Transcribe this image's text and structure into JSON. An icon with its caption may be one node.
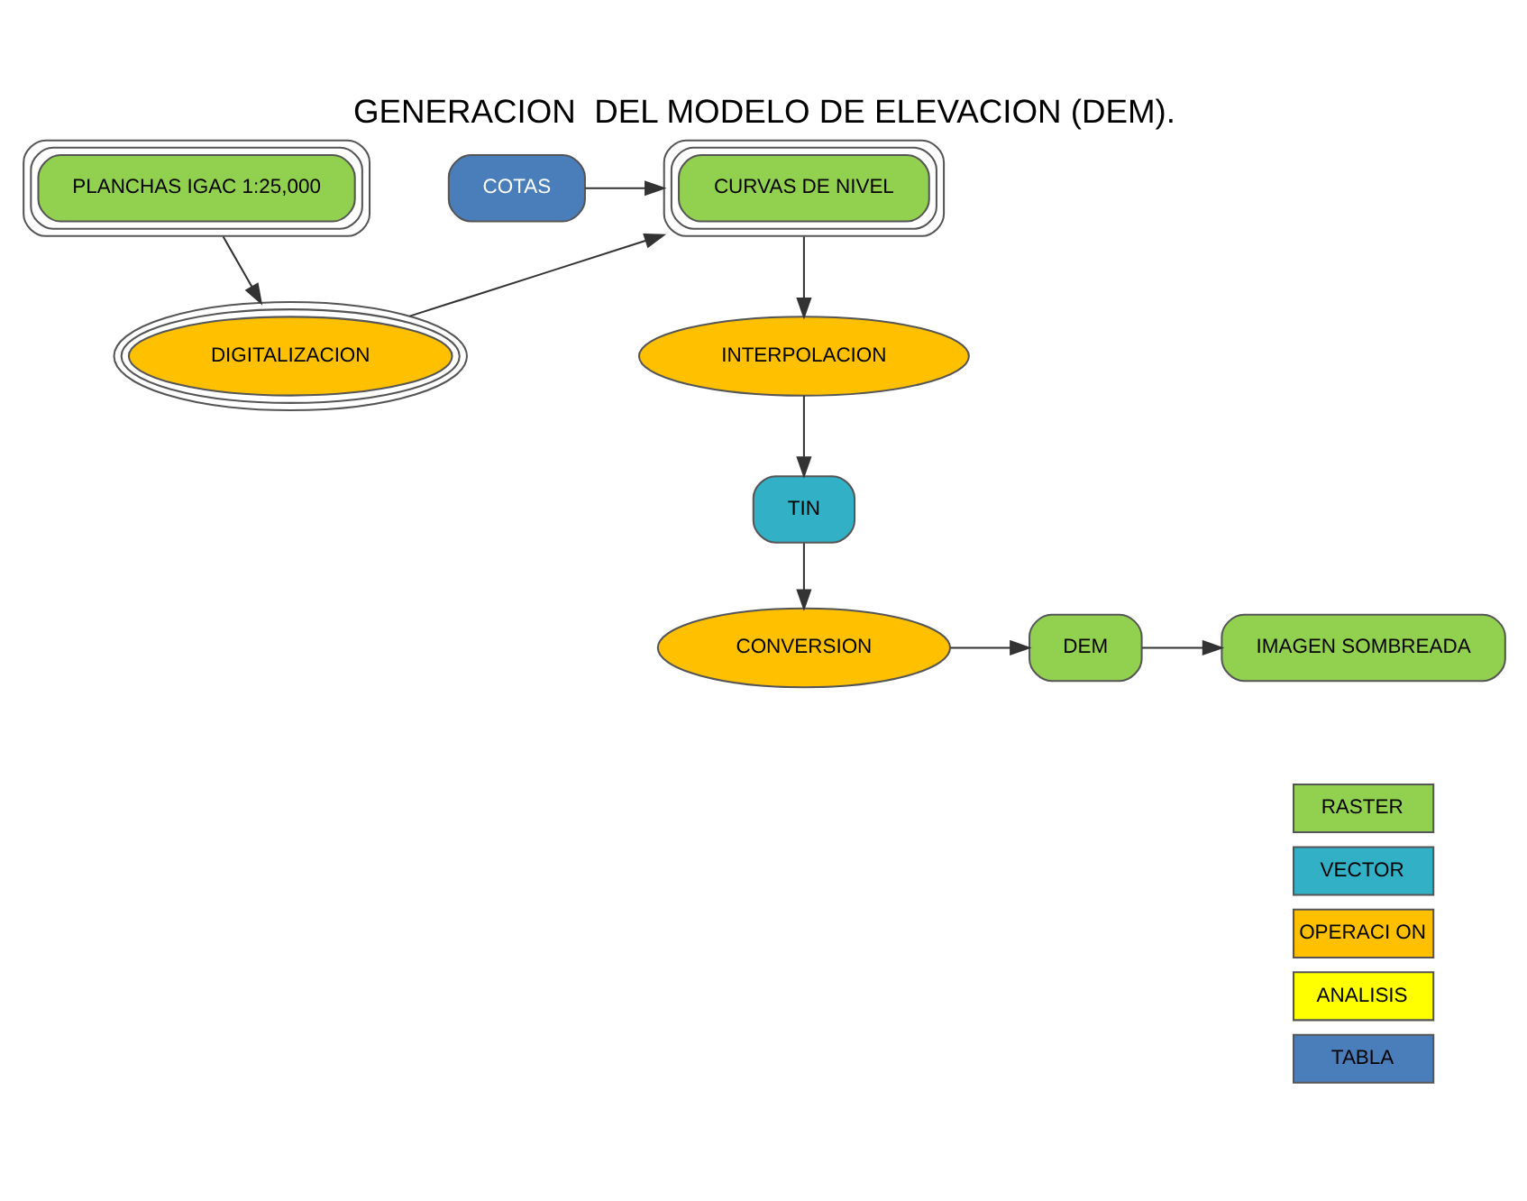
{
  "diagram": {
    "title": "GENERACION  DEL MODELO DE ELEVACION (DEM).",
    "nodes": [
      {
        "text": [
          "PLANCHAS IGAC 1:25,000"
        ]
      },
      {
        "text": [
          "DIGITALIZACION"
        ]
      },
      {
        "text": [
          "CURVAS DE NIVEL"
        ]
      },
      {
        "text": [
          "COTAS"
        ]
      },
      {
        "text": [
          "INTERPOLACION"
        ]
      },
      {
        "text": [
          "TIN"
        ]
      },
      {
        "text": [
          "CONVERSION"
        ]
      },
      {
        "text": [
          "DEM"
        ]
      },
      {
        "text": [
          "IMAGEN SOMBREADA"
        ]
      }
    ],
    "edges": [
      {
        "from": 0,
        "to": 1,
        "arrow": "to"
      },
      {
        "from": 1,
        "to": 2,
        "arrow": "to"
      },
      {
        "from": 3,
        "to": 2,
        "arrow": "to"
      },
      {
        "from": 2,
        "to": 4,
        "arrow": "to"
      },
      {
        "from": 4,
        "to": 5,
        "arrow": "to"
      },
      {
        "from": 5,
        "to": 6,
        "arrow": "to"
      },
      {
        "from": 6,
        "to": 7,
        "arrow": "to"
      },
      {
        "from": 7,
        "to": 8,
        "arrow": "to"
      }
    ],
    "legend": [
      {
        "text": "RASTER",
        "color": "#92d050"
      },
      {
        "text": "VECTOR",
        "color": "#31b0c6"
      },
      {
        "text": "OPERACI ON",
        "color": "#ffc000"
      },
      {
        "text": "ANALISIS",
        "color": "#ffff00"
      },
      {
        "text": "TABLA",
        "color": "#4a7ebb"
      }
    ]
  }
}
